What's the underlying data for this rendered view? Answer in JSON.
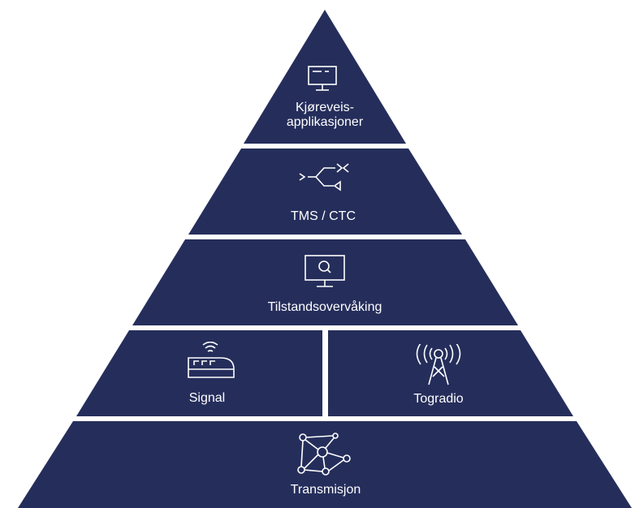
{
  "colors": {
    "tier_fill": "#252e5b",
    "icon_stroke": "#ffffff",
    "background": "#ffffff"
  },
  "tiers": [
    {
      "label": "Kjøreveis-\napplikasjoner",
      "icon": "monitor-icon"
    },
    {
      "label": "TMS / CTC",
      "icon": "track-switch-icon"
    },
    {
      "label": "Tilstandsovervåking",
      "icon": "monitor-search-icon"
    },
    {
      "label": "Signal",
      "icon": "wireless-signal-device-icon"
    },
    {
      "label": "Togradio",
      "icon": "radio-tower-icon"
    },
    {
      "label": "Transmisjon",
      "icon": "network-nodes-icon"
    }
  ]
}
